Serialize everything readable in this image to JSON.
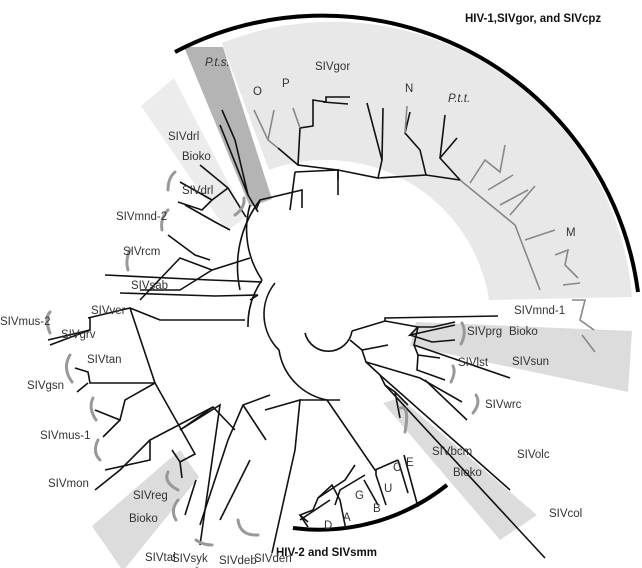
{
  "clades": {
    "hiv1": "HIV-1,SIVgor, and SIVcpz",
    "hiv2": "HIV-2 and SIVsmm"
  },
  "colors": {
    "wedge_light": "#e8e8e8",
    "wedge_dark": "#b4b4b4",
    "wedge_mid": "#dcdcdc",
    "branch": "#111111",
    "branch_gray": "#888888"
  },
  "hiv1_labels": {
    "pts": "P.t.s.",
    "O": "O",
    "P": "P",
    "sivgor": "SIVgor",
    "N": "N",
    "ptt": "P.t.t.",
    "M": "M"
  },
  "hiv2_labels": {
    "D": "D",
    "A": "A",
    "G": "G",
    "B": "B",
    "U": "U",
    "C": "C",
    "E": "E"
  },
  "taxa": {
    "sivdrl_bioko": "SIVdrl",
    "bioko1": "Bioko",
    "sivdrl": "SIVdrl",
    "sivmnd2": "SIVmnd-2",
    "sivrcm": "SIVrcm",
    "sivsab": "SIVsab",
    "sivver": "SIVver",
    "sivgrv": "SIVgrv",
    "sivtan": "SIVtan",
    "sivmus2": "SIVmus-2",
    "sivgsn": "SIVgsn",
    "sivmus1": "SIVmus-1",
    "sivmon": "SIVmon",
    "sivreg": "SIVreg",
    "bioko2": "Bioko",
    "sivtal": "SIVtal",
    "sivsyk": "SIVsyk",
    "sivdeb": "SIVdeb",
    "sivden": "SIVden",
    "sivbcm": "SIVbcm",
    "bioko3": "Bioko",
    "sivcol": "SIVcol",
    "sivolc": "SIVolc",
    "sivwrc": "SIVwrc",
    "sivlst": "SIVlst",
    "sivsun": "SIVsun",
    "sivprg": "SIVprg",
    "bioko4": "Bioko",
    "sivmnd1": "SIVmnd-1"
  }
}
